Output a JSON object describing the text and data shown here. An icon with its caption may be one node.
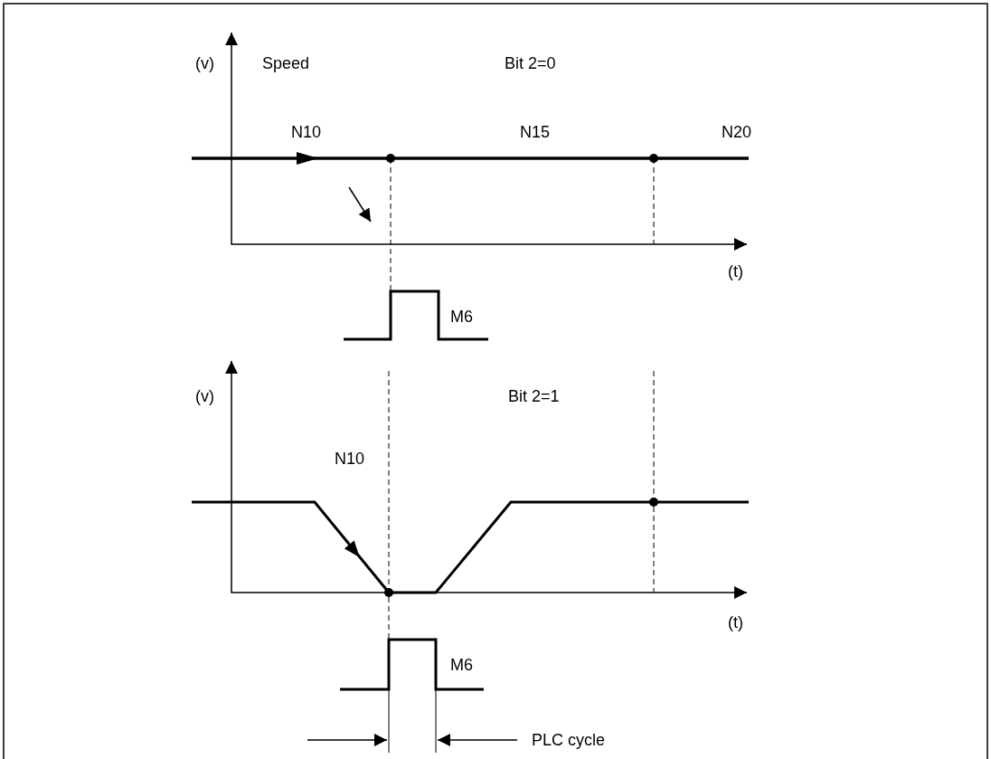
{
  "diagram": {
    "labels": [
      "(v)",
      "Speed",
      "Bit 2=0",
      "N10",
      "N15",
      "N20",
      "(t)",
      "M6",
      "(v)",
      "Bit 2=1",
      "N10",
      "(t)",
      "M6",
      "PLC cycle"
    ]
  }
}
